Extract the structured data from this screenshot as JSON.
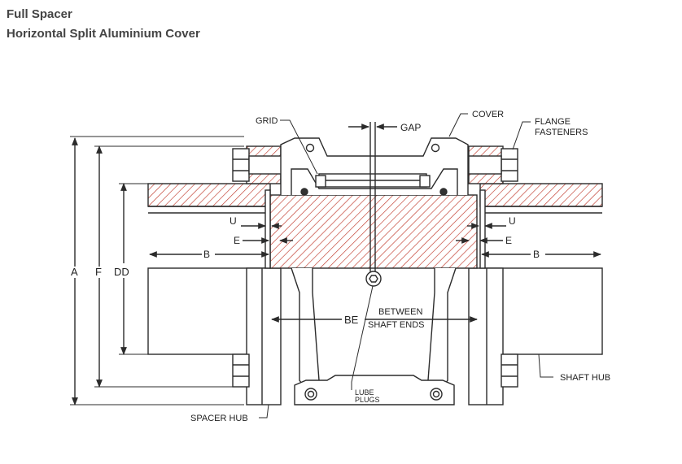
{
  "title_line1": "Full Spacer",
  "title_line2": "Horizontal Split Aluminium Cover",
  "labels": {
    "grid": "GRID",
    "gap": "GAP",
    "cover": "COVER",
    "flange_fasteners_1": "FLANGE",
    "flange_fasteners_2": "FASTENERS",
    "u_left": "U",
    "u_right": "U",
    "e_left": "E",
    "e_right": "E",
    "b_left": "B",
    "b_right": "B",
    "a": "A",
    "f": "F",
    "dd": "DD",
    "be": "BE",
    "between_1": "BETWEEN",
    "between_2": "SHAFT ENDS",
    "lube_1": "LUBE",
    "lube_2": "PLUGS",
    "shaft_hub": "SHAFT HUB",
    "spacer_hub": "SPACER HUB"
  },
  "colors": {
    "hatch": "#c0392b",
    "line": "#2b2b2b"
  }
}
